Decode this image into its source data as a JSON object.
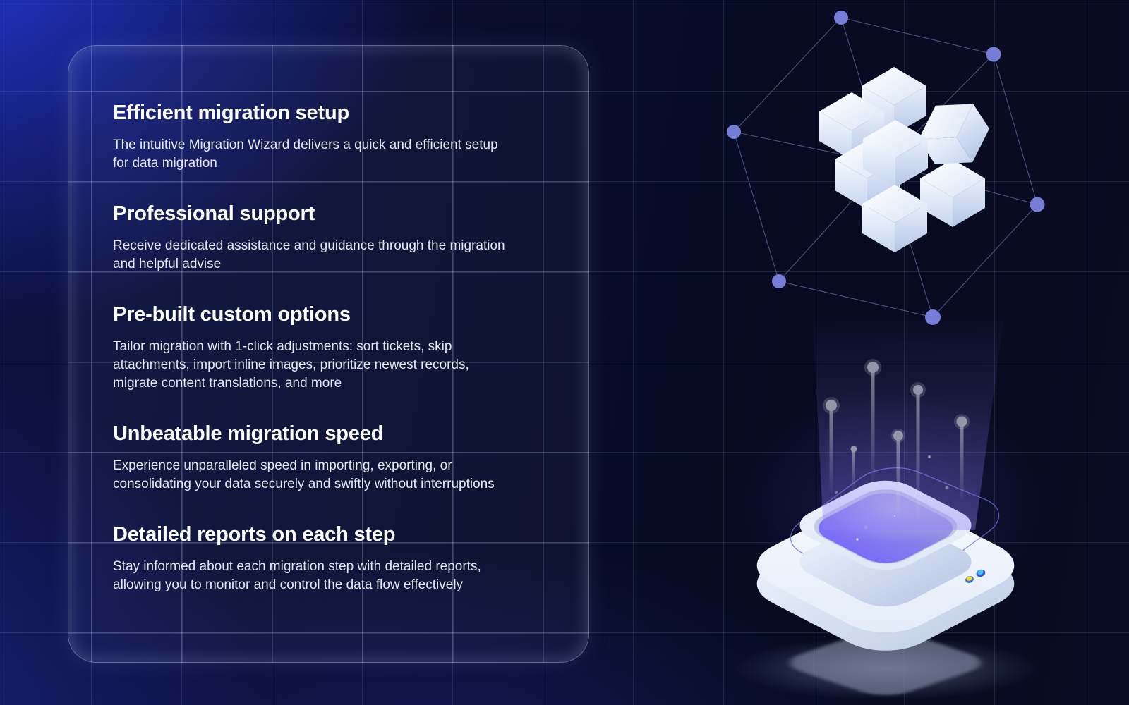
{
  "card": {
    "sections": [
      {
        "title": "Efficient migration setup",
        "body": "The intuitive Migration Wizard delivers a quick and efficient setup\nfor data migration"
      },
      {
        "title": "Professional support",
        "body": "Receive dedicated assistance and guidance through the migration\nand helpful advise"
      },
      {
        "title": "Pre-built custom options",
        "body": "Tailor migration with 1-click adjustments: sort tickets, skip\nattachments, import inline images, prioritize newest records,\nmigrate content translations, and more"
      },
      {
        "title": "Unbeatable migration speed",
        "body": "Experience unparalleled speed in importing, exporting, or\nconsolidating your data securely and swiftly without interruptions"
      },
      {
        "title": "Detailed reports on each step",
        "body": "Stay informed about each migration step with detailed reports,\nallowing you to monitor and control the data flow effectively"
      }
    ]
  },
  "illustration": {
    "cube_network_icon": "cube-cluster-network-icon",
    "platform_icon": "holographic-platform-icon",
    "colors": {
      "node": "#767dd6",
      "network_line": "#8a93d8",
      "cube_face_light": "#ffffff",
      "cube_face_shade": "#b9c9e8",
      "screen": "#7b6cf7",
      "beam": "#8a78f5",
      "platform_base": "#f2f6fd",
      "indicator_yellow": "#ffd21e",
      "indicator_cyan": "#3fc8f5",
      "ring": "#6a74e0",
      "particle": "#9296a8"
    }
  },
  "background": {
    "accent_blue": "#1c2cb0",
    "base_dark": "#0a0d26",
    "grid_line": "rgba(170,185,240,0.13)"
  }
}
